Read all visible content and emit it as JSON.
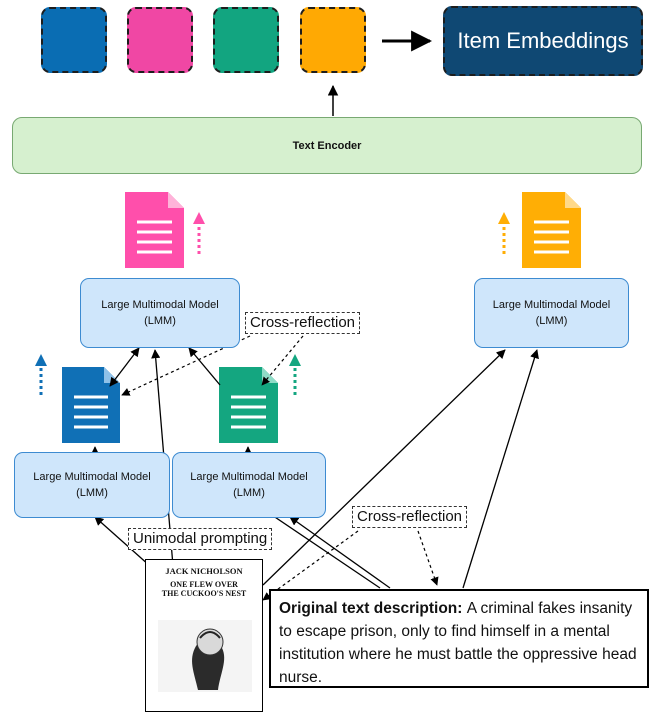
{
  "embedding_colors": [
    "#0a6db3",
    "#f047a4",
    "#12a580",
    "#ffa903"
  ],
  "doc_colors": {
    "pink": "#ff4fab",
    "blue": "#1070b6",
    "teal": "#14a680",
    "orange": "#ffae05"
  },
  "item_embeddings_label": "Item Embeddings",
  "text_encoder_label": "Text Encoder",
  "lmm": {
    "line1": "Large Multimodal Model",
    "line2": "(LMM)"
  },
  "labels": {
    "cross_reflection_top": "Cross-reflection",
    "cross_reflection_bottom": "Cross-reflection",
    "unimodal_prompting": "Unimodal prompting"
  },
  "poster": {
    "actor": "JACK NICHOLSON",
    "title_line1": "ONE FLEW OVER",
    "title_line2": "THE CUCKOO'S NEST"
  },
  "description": {
    "heading": "Original text description:",
    "body": "A criminal fakes insanity to escape prison, only to find himself in a mental institution where he must battle the oppressive head nurse."
  }
}
